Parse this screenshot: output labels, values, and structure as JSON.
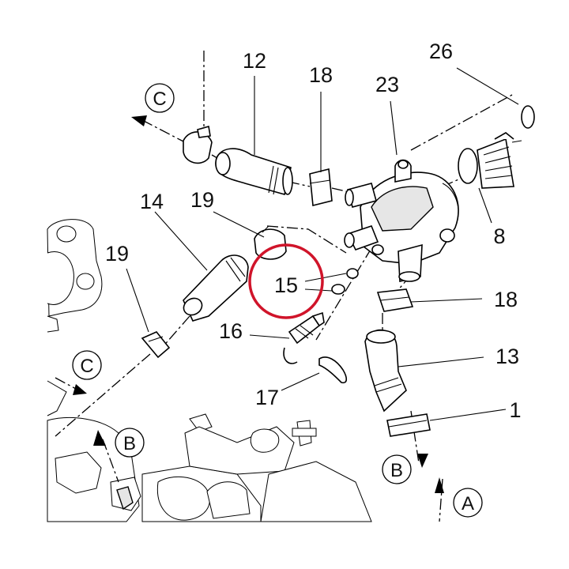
{
  "callouts": {
    "p12": "12",
    "p18_top": "18",
    "p23": "23",
    "p26": "26",
    "p8": "8",
    "p14": "14",
    "p19_mid": "19",
    "p19_left": "19",
    "p15": "15",
    "p16": "16",
    "p17": "17",
    "p18_right": "18",
    "p13": "13",
    "p1": "1"
  },
  "references": {
    "c_top": "C",
    "c_left": "C",
    "b_left": "B",
    "b_bottom": "B",
    "a_bottom": "A"
  },
  "highlight": {
    "color": "#d0142a",
    "target": "15"
  }
}
